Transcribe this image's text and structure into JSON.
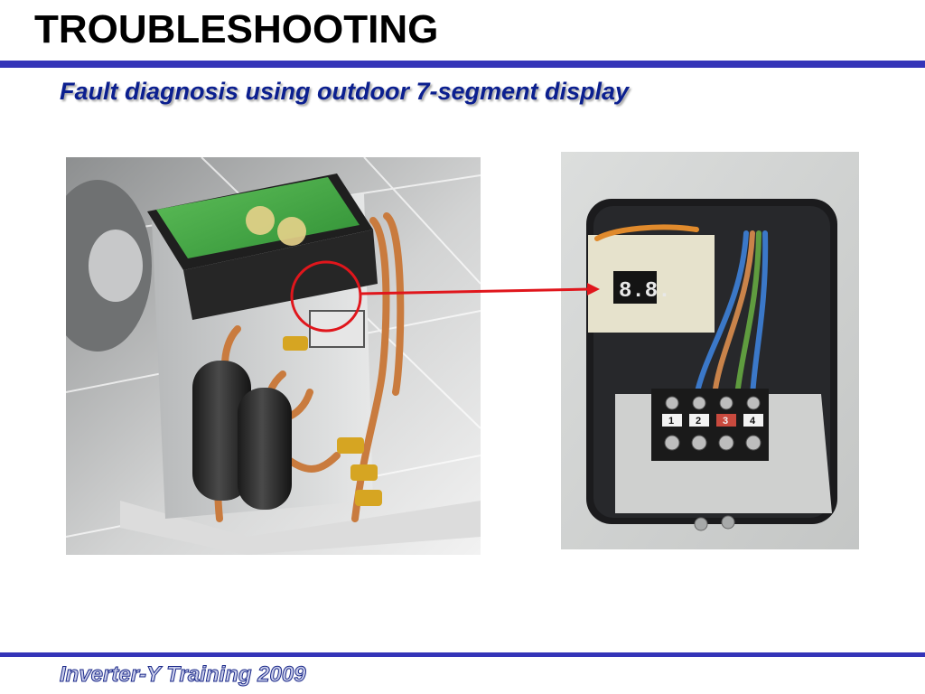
{
  "slide": {
    "title": "TROUBLESHOOTING",
    "subtitle": "Fault diagnosis using outdoor 7-segment display",
    "footer": "Inverter-Y Training 2009"
  },
  "images": {
    "left": {
      "icon": "outdoor-unit-cutaway-illustration"
    },
    "right": {
      "icon": "control-board-photo",
      "display_digits": "8.8.",
      "terminal_labels": [
        "1",
        "2",
        "3",
        "4"
      ]
    }
  },
  "colors": {
    "accent_rule": "#3434b8",
    "subtitle": "#0b1f8f",
    "highlight": "#e0161c"
  }
}
